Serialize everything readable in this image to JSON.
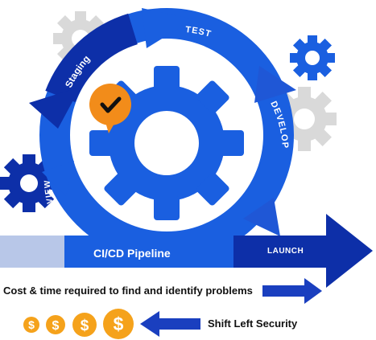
{
  "stages": {
    "staging": "Staging",
    "test": "TEST",
    "develop": "DEVELOP",
    "review": "REVIEW"
  },
  "pipeline": {
    "label": "CI/CD Pipeline",
    "launch": "LAUNCH"
  },
  "cost_statement": "Cost & time required to find and identify problems",
  "shift_left": "Shift Left Security",
  "dollar_symbol": "$",
  "icons": {
    "badge": "checkmark-icon",
    "gears": [
      "gear-icon",
      "gear-icon",
      "gear-icon",
      "gear-icon",
      "gear-icon"
    ],
    "coins": [
      "dollar-coin-icon",
      "dollar-coin-icon",
      "dollar-coin-icon",
      "dollar-coin-icon"
    ],
    "arrows": [
      "cycle-arrow-icon",
      "launch-arrow-icon",
      "right-arrow-icon",
      "left-arrow-icon"
    ]
  },
  "colors": {
    "primary_blue": "#1a5fe0",
    "dark_blue": "#0d2fa8",
    "mid_blue": "#1f57d6",
    "light_blue": "#b8c7e8",
    "gray": "#d6d6d6",
    "orange": "#f5a21b",
    "check_bg": "#f28c1a"
  }
}
